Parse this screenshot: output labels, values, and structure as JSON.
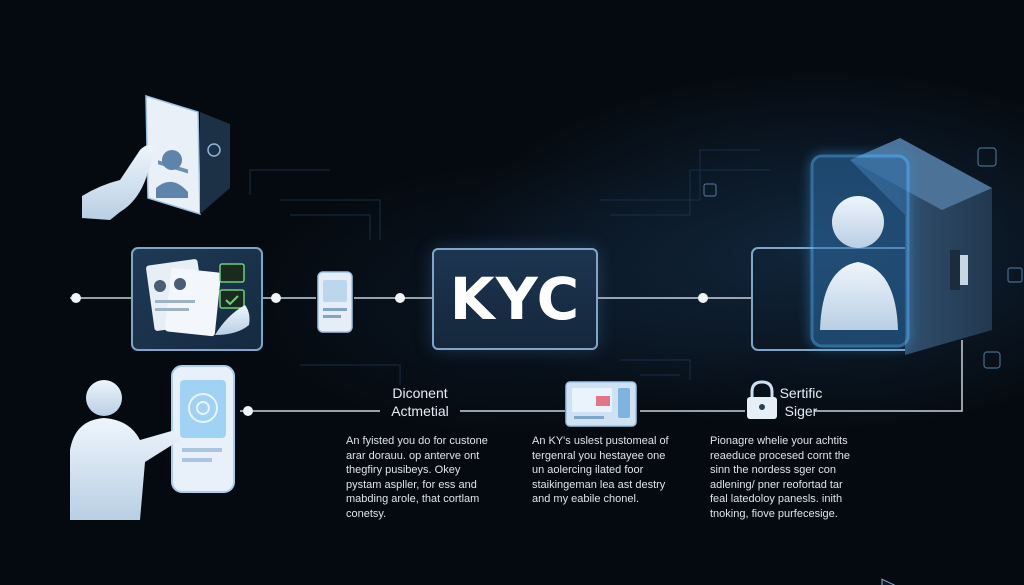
{
  "center": {
    "title": "KYC"
  },
  "steps": [
    {
      "line1": "Diconent",
      "line2": "Actmetial"
    },
    {
      "line1": "Sertific",
      "line2": "Siger"
    }
  ],
  "descriptions": [
    {
      "lines": [
        "An fyisted you do for custone",
        "arar dorauu. op anterve ont",
        "thegfiry pusibeys. Okey",
        "pystam aspller, for ess and",
        "mabding arole, that cortlam",
        "conetsy."
      ]
    },
    {
      "lines": [
        "An KY's uslest pustomeal of",
        "tergenral you hestayee one",
        "un aolercing ilated foor",
        "staikingeman lea ast destry",
        "and my eabile chonel."
      ]
    },
    {
      "lines": [
        "Pionagre whelie your achtits",
        "reaeduce procesed cornt the",
        "sinn the nordess sger con",
        "adlening/ pner reofortad tar",
        "feal latedoloy panesls. inith",
        "tnoking, fiove purfecesige."
      ]
    }
  ],
  "colors": {
    "background": "#050a10",
    "line": "#c8d2dc",
    "box_border": "#7fa6c8",
    "figure": "#dbe9f7",
    "glow": "#4fb3ff"
  },
  "icons": [
    "hand-document-icon",
    "documents-check-icon",
    "phone-id-icon",
    "person-phone-icon",
    "card-icon",
    "lock-icon",
    "server-avatar-icon"
  ]
}
